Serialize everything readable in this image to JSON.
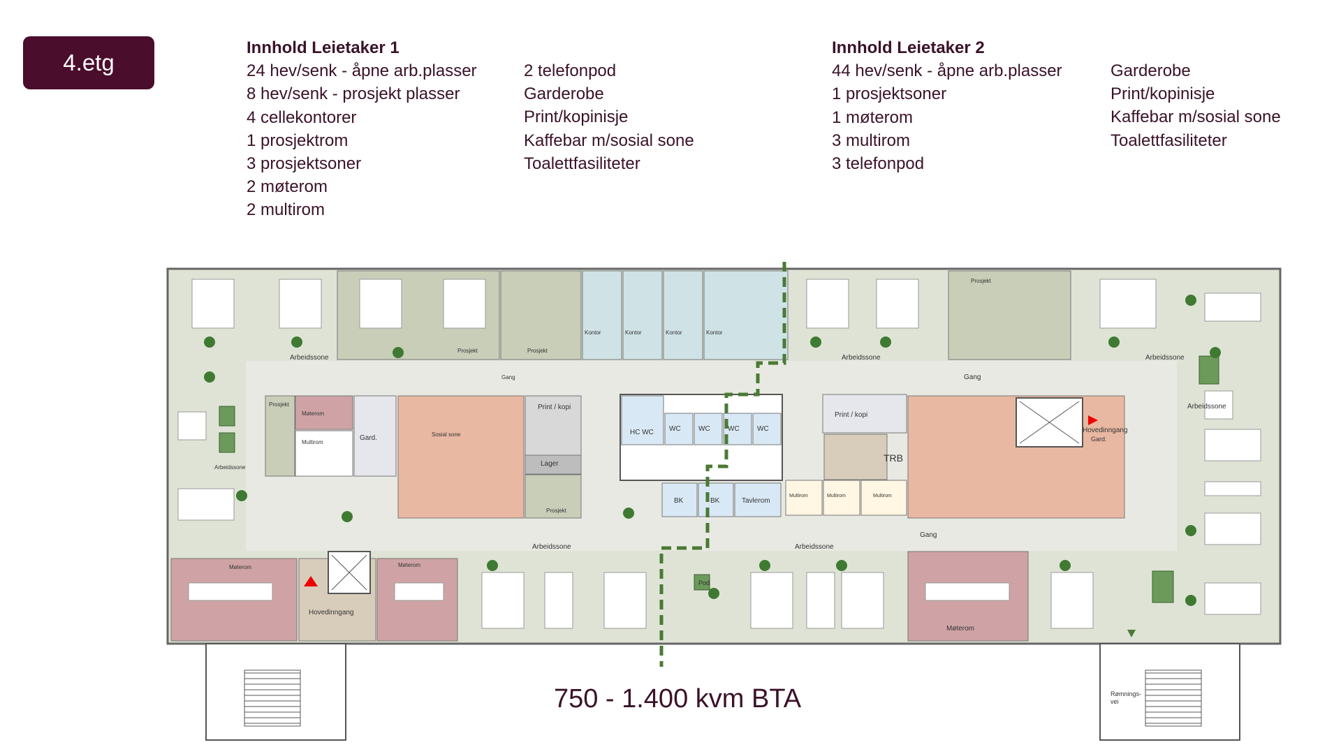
{
  "floor_badge": "4.etg",
  "tenant1": {
    "heading": "Innhold Leietaker 1",
    "col1": [
      "24 hev/senk - åpne arb.plasser",
      "8 hev/senk - prosjekt plasser",
      "4 cellekontorer",
      "1 prosjektrom",
      "3 prosjektsoner",
      "2 møterom",
      "2 multirom"
    ],
    "col2": [
      "2 telefonpod",
      "Garderobe",
      "Print/kopinisje",
      "Kaffebar m/sosial sone",
      "Toalettfasiliteter"
    ]
  },
  "tenant2": {
    "heading": "Innhold Leietaker 2",
    "col1": [
      "44 hev/senk - åpne arb.plasser",
      "1 prosjektsoner",
      "1 møterom",
      "3 multirom",
      "3 telefonpod"
    ],
    "col2": [
      "Garderobe",
      "Print/kopinisje",
      "Kaffebar m/sosial sone",
      "Toalettfasiliteter"
    ]
  },
  "area_text": "750 - 1.400 kvm BTA",
  "plan_labels": {
    "arbeidssone": "Arbeidssone",
    "gang": "Gang",
    "prosjekt": "Prosjekt",
    "kontor": "Kontor",
    "moterom": "Møterom",
    "multirom": "Multirom",
    "gard": "Gard.",
    "sosial_sone": "Sosial sone",
    "print_kopi": "Print / kopi",
    "lager": "Lager",
    "hc_wc": "HC WC",
    "wc": "WC",
    "bk": "BK",
    "tavlerom": "Tavlerom",
    "pod": "Pod",
    "trb": "TRB",
    "hovedinngang": "Hovedinngang",
    "hovedinngang_gard": "Gard.",
    "romningsvei_1": "Rømnings-",
    "romningsvei_2": "vei"
  },
  "colors": {
    "brand": "#4a0d2c",
    "corridor": "#e8e9e2",
    "work_zone": "#dfe3d6",
    "project_room": "#c9ceb8",
    "office": "#cfe3e6",
    "meeting": "#cfa3a5",
    "social": "#e9b8a2",
    "wc": "#d8e8f5",
    "divider": "#4a7a35"
  }
}
